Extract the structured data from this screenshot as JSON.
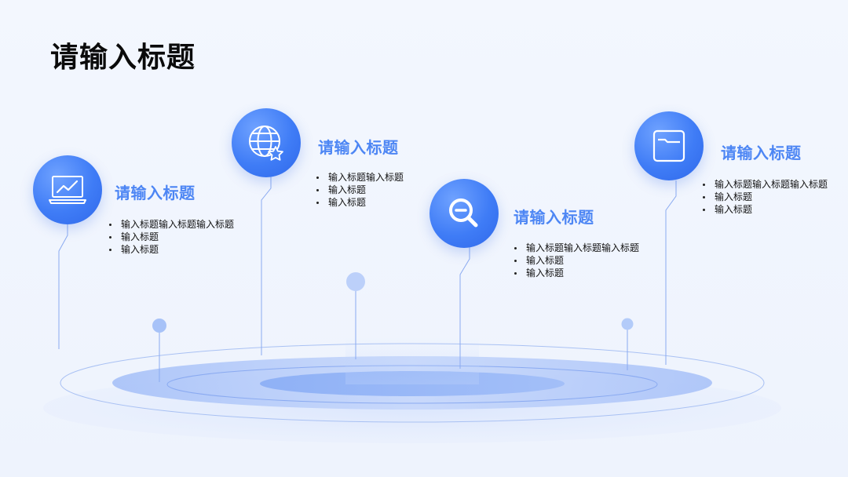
{
  "page": {
    "title": "请输入标题"
  },
  "nodes": [
    {
      "icon": "laptop-chart-icon",
      "title": "请输入标题",
      "bullets": [
        "输入标题输入标题输入标题",
        "输入标题",
        "输入标题"
      ]
    },
    {
      "icon": "globe-star-icon",
      "title": "请输入标题",
      "bullets": [
        "输入标题输入标题",
        "输入标题",
        "输入标题"
      ]
    },
    {
      "icon": "search-minus-icon",
      "title": "请输入标题",
      "bullets": [
        "输入标题输入标题输入标题",
        "输入标题",
        "输入标题"
      ]
    },
    {
      "icon": "folder-icon",
      "title": "请输入标题",
      "bullets": [
        "输入标题输入标题输入标题",
        "输入标题",
        "输入标题"
      ]
    }
  ],
  "colors": {
    "accent": "#3f7cf6",
    "title_blue": "#4d86f4",
    "background": "#f1f5fd",
    "platform": "#c9d9fb"
  }
}
